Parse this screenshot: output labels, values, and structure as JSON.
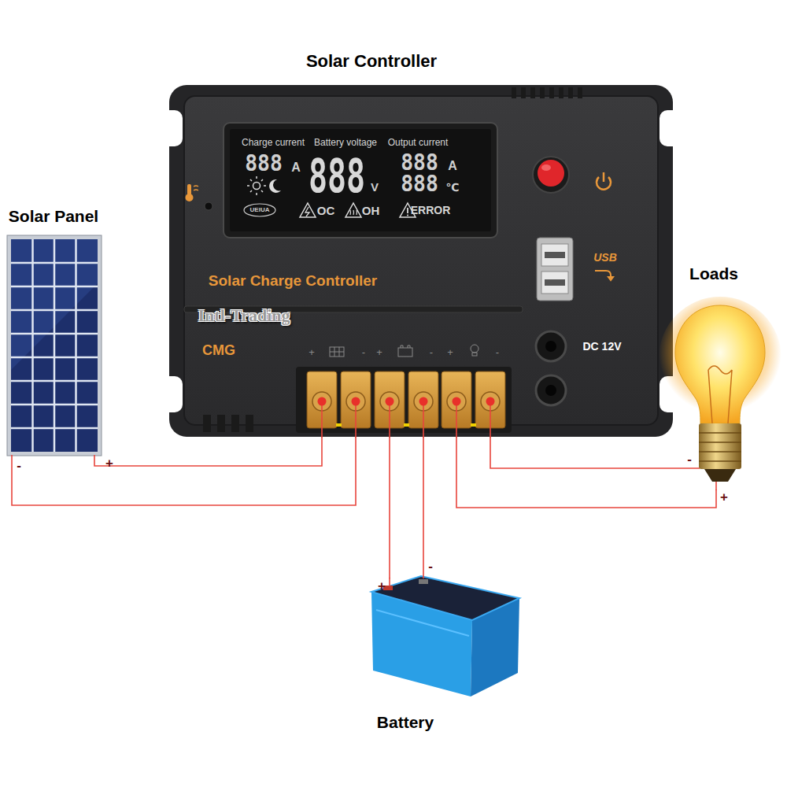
{
  "diagram": {
    "nodes": [
      {
        "text": [
          "Solar Controller"
        ]
      },
      {
        "text": [
          "Solar Panel"
        ]
      },
      {
        "text": [
          "Loads"
        ]
      },
      {
        "text": [
          "Battery"
        ]
      }
    ],
    "edges": [
      {
        "from": 1,
        "to": 0,
        "arrow": "none",
        "label": "+"
      },
      {
        "from": 1,
        "to": 0,
        "arrow": "none",
        "label": "-"
      },
      {
        "from": 0,
        "to": 3,
        "arrow": "none",
        "label": "+"
      },
      {
        "from": 0,
        "to": 3,
        "arrow": "none",
        "label": "-"
      },
      {
        "from": 0,
        "to": 2,
        "arrow": "none",
        "label": "-"
      },
      {
        "from": 0,
        "to": 2,
        "arrow": "none",
        "label": "+"
      }
    ],
    "labels": [
      "Charge current",
      "Battery voltage",
      "Output current",
      "888",
      "A",
      "888",
      "V",
      "888",
      "A",
      "888",
      "℃",
      "UEIUA",
      "OC",
      "OH",
      "ERROR",
      "Solar Charge Controller",
      "Intl-Trading",
      "CMG",
      "USB",
      "DC 12V",
      "+",
      "-",
      "+",
      "-",
      "+",
      "-"
    ]
  }
}
